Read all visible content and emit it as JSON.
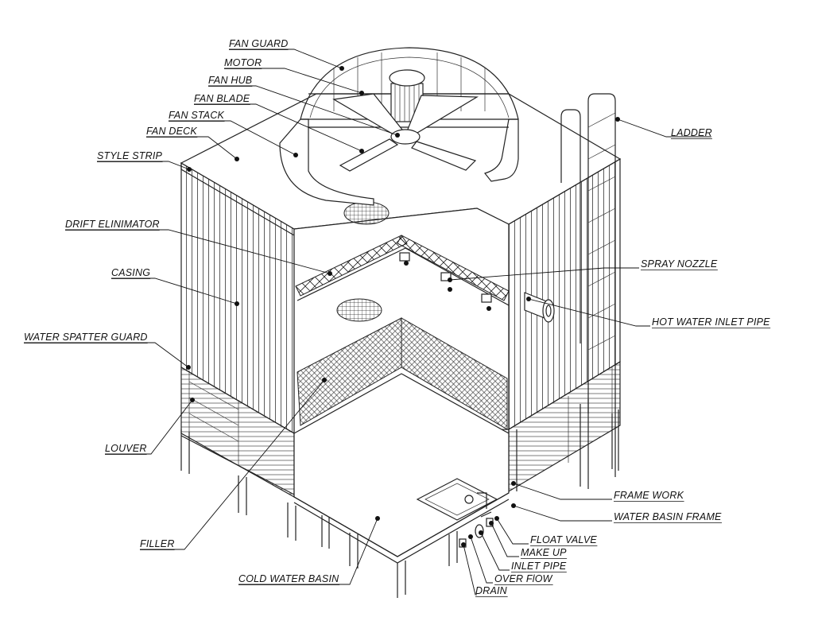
{
  "colors": {
    "line": "#222222",
    "text": "#111111",
    "background": "#ffffff"
  },
  "labels": [
    {
      "id": "fan-guard",
      "text": "FAN GUARD"
    },
    {
      "id": "motor",
      "text": "MOTOR"
    },
    {
      "id": "fan-hub",
      "text": "FAN HUB"
    },
    {
      "id": "fan-blade",
      "text": "FAN BLADE"
    },
    {
      "id": "fan-stack",
      "text": "FAN STACK"
    },
    {
      "id": "fan-deck",
      "text": "FAN DECK"
    },
    {
      "id": "style-strip",
      "text": "STYLE STRIP"
    },
    {
      "id": "drift-eliminator",
      "text": "DRIFT ELINIMATOR"
    },
    {
      "id": "casing",
      "text": "CASING"
    },
    {
      "id": "water-spatter-guard",
      "text": "WATER SPATTER GUARD"
    },
    {
      "id": "louver",
      "text": "LOUVER"
    },
    {
      "id": "filler",
      "text": "FILLER"
    },
    {
      "id": "cold-water-basin",
      "text": "COLD WATER BASIN"
    },
    {
      "id": "ladder",
      "text": "LADDER"
    },
    {
      "id": "spray-nozzle",
      "text": "SPRAY NOZZLE"
    },
    {
      "id": "hot-water-inlet-pipe",
      "text": "HOT WATER INLET PIPE"
    },
    {
      "id": "frame-work",
      "text": "FRAME WORK"
    },
    {
      "id": "water-basin-frame",
      "text": "WATER BASIN FRAME"
    },
    {
      "id": "float-valve",
      "text": "FLOAT VALVE"
    },
    {
      "id": "make-up",
      "text": "MAKE UP"
    },
    {
      "id": "inlet-pipe",
      "text": "INLET PIPE"
    },
    {
      "id": "over-flow",
      "text": "OVER FlOW"
    },
    {
      "id": "drain",
      "text": "DRAIN"
    }
  ]
}
